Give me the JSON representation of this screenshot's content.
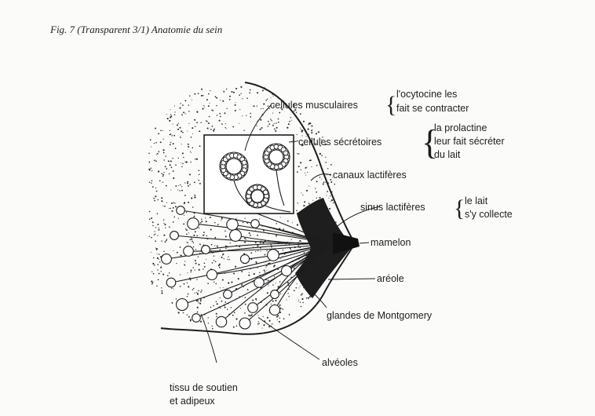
{
  "figure": {
    "title": "Fig. 7   (Transparent 3/1)   Anatomie du sein"
  },
  "labels": {
    "cellules_musculaires": "cellules musculaires",
    "ocytocine_1": "l'ocytocine les",
    "ocytocine_2": "fait se contracter",
    "cellules_secretoires": "cellules sécrétoires",
    "prolactine_1": "la prolactine",
    "prolactine_2": "leur fait sécréter",
    "prolactine_3": "du lait",
    "canaux_lactiferes": "canaux lactifères",
    "sinus_lactiferes": "sinus lactifères",
    "lait_1": "le lait",
    "lait_2": "s'y collecte",
    "mamelon": "mamelon",
    "areole": "aréole",
    "glandes_montgomery": "glandes de Montgomery",
    "alveoles": "alvéoles",
    "tissu_1": "tissu de soutien",
    "tissu_2": "et adipeux"
  },
  "colors": {
    "ink": "#1d1d1d",
    "paper": "#fbfbfa"
  }
}
